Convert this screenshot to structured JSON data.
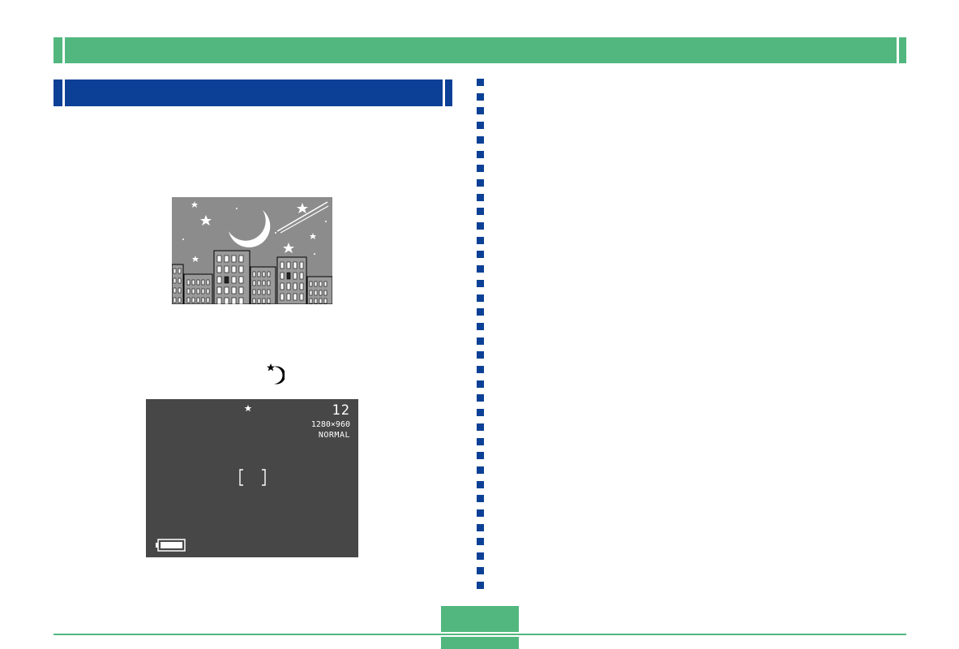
{
  "lcd": {
    "shot_count": "12",
    "resolution": "1280×960",
    "quality": "NORMAL"
  },
  "icons": {
    "night_scene": "night-scene-icon",
    "focus_frame": "focus-frame-icon",
    "battery": "battery-icon"
  },
  "colors": {
    "chapter_bar": "#52b77f",
    "section_bar": "#0b4096",
    "lcd_background": "#474747",
    "illustration_sky": "#8c8c8c"
  }
}
